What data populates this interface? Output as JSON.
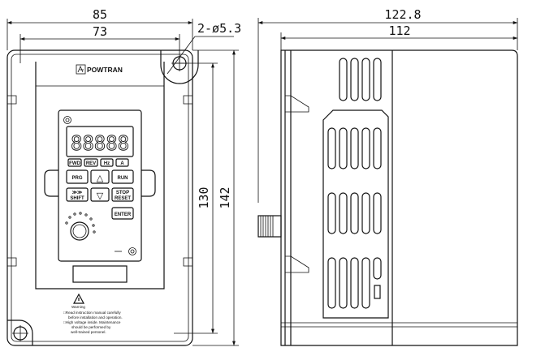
{
  "dimensions": {
    "front_total_width": "85",
    "front_hole_spacing": "73",
    "mount_holes": "2-ø5.3",
    "front_hole_height": "130",
    "front_total_height": "142",
    "side_total_depth": "122.8",
    "side_body_depth": "112"
  },
  "front_panel": {
    "brand": "POWTRAN",
    "display": "88888",
    "keys": {
      "fwd": "FWD",
      "rev": "REV",
      "hz": "Hz",
      "a": "A",
      "prg": "PRG",
      "run": "RUN",
      "shift_arrows": "≫≫",
      "shift": "SHIFT",
      "stop": "STOP",
      "reset": "RESET",
      "enter": "ENTER"
    },
    "up_symbol": "△",
    "down_symbol": "▽",
    "warning": {
      "title": "Warning",
      "line1": "□Read instruction manual carefully",
      "line2": "before installation and operation.",
      "line3": "□High voltage inside. Maintenance",
      "line4": "should be performed by",
      "line5": "well-trained personel."
    }
  }
}
